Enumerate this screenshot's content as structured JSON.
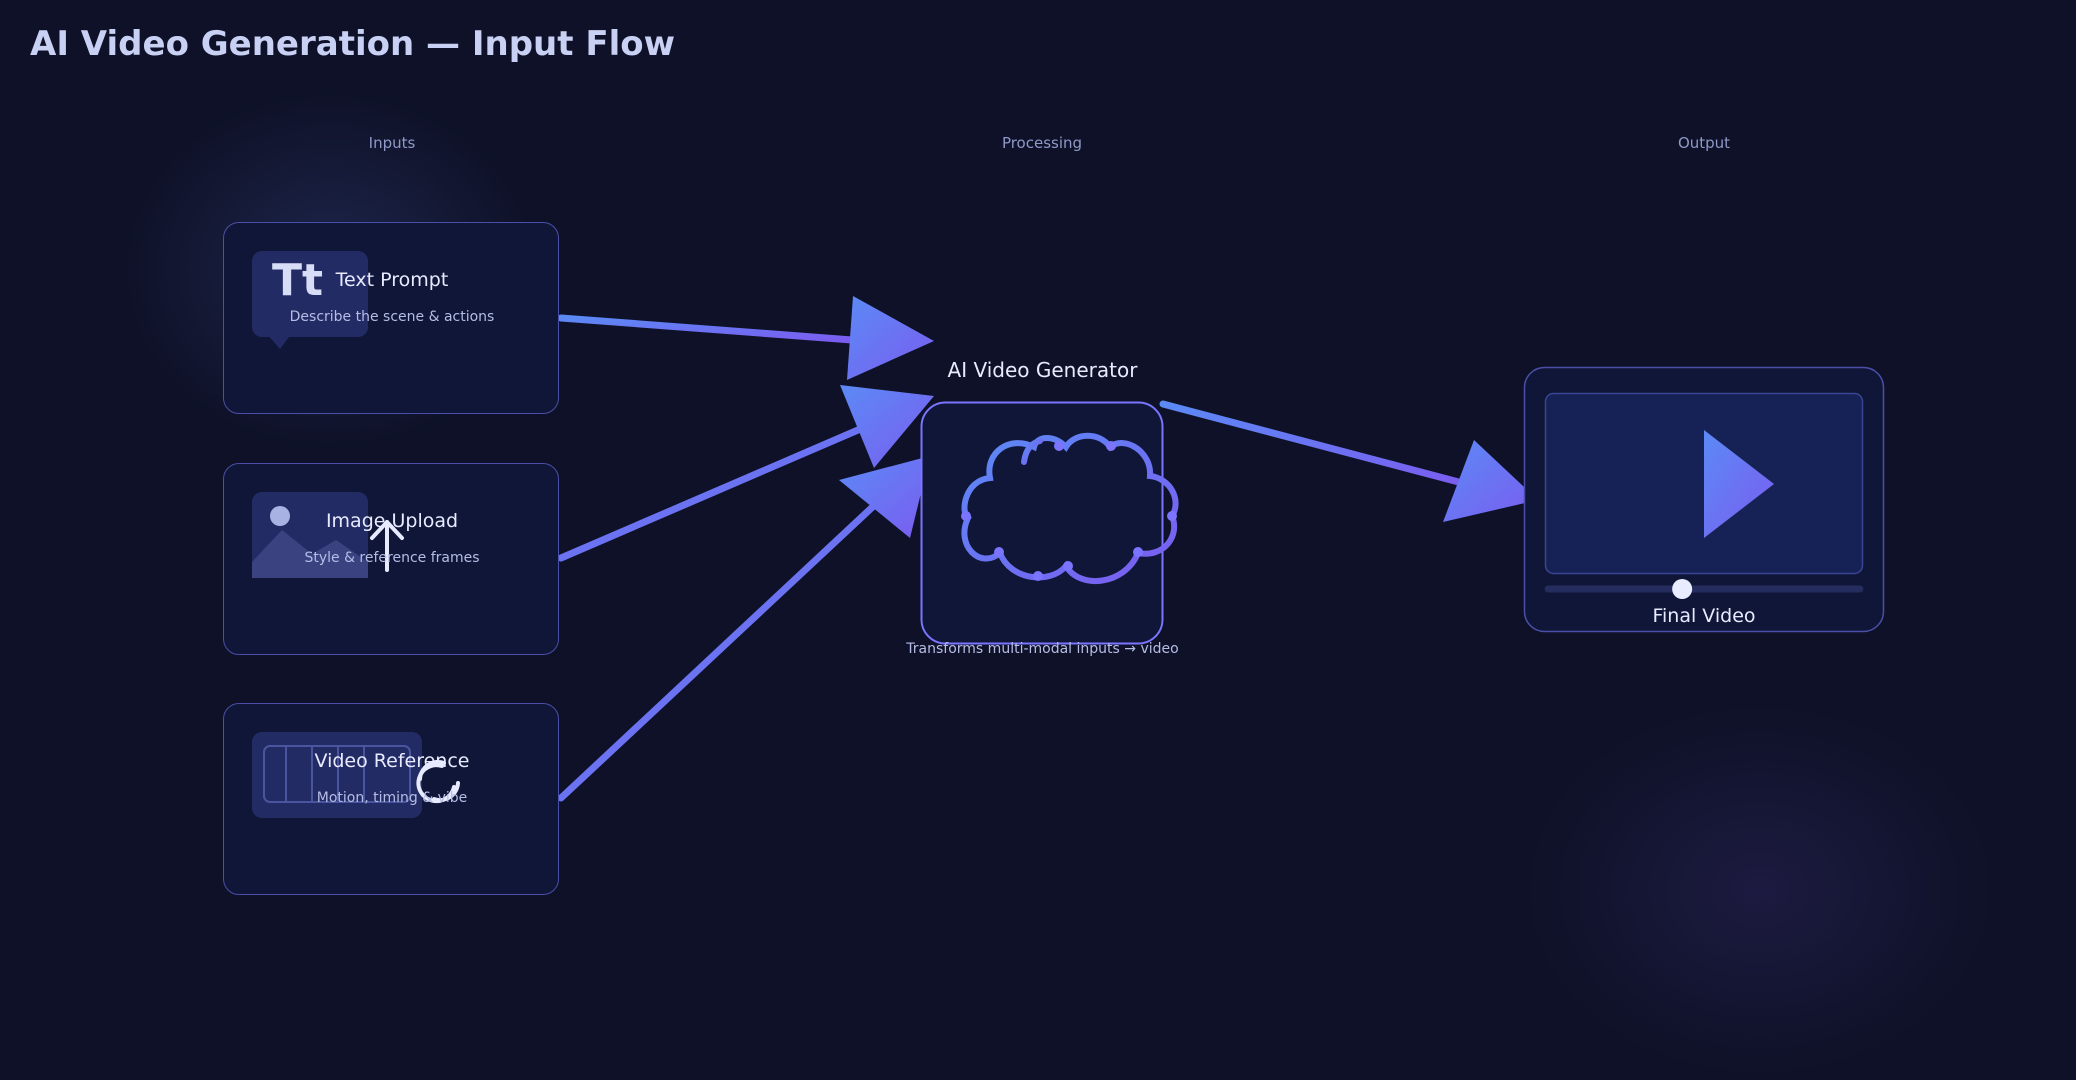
{
  "title": "AI Video Generation — Input Flow",
  "columns": {
    "inputs": "Inputs",
    "processing": "Processing",
    "output": "Output"
  },
  "inputs": [
    {
      "title": "Text Prompt",
      "subtitle": "Describe the scene & actions",
      "icon": "text-icon",
      "glyph": "Tt"
    },
    {
      "title": "Image Upload",
      "subtitle": "Style & reference frames",
      "icon": "image-upload-icon"
    },
    {
      "title": "Video Reference",
      "subtitle": "Motion, timing & vibe",
      "icon": "video-reference-icon"
    }
  ],
  "generator": {
    "title": "AI Video Generator",
    "subtitle": "Transforms multi-modal inputs → video",
    "icon": "cloud-icon"
  },
  "output": {
    "title": "Final Video",
    "icon": "play-icon",
    "progress": 0.43
  },
  "colors": {
    "background": "#0e1127",
    "accent_blue": "#5b8af5",
    "accent_purple": "#7b5cf0",
    "card_border": "#4a4fa8"
  }
}
